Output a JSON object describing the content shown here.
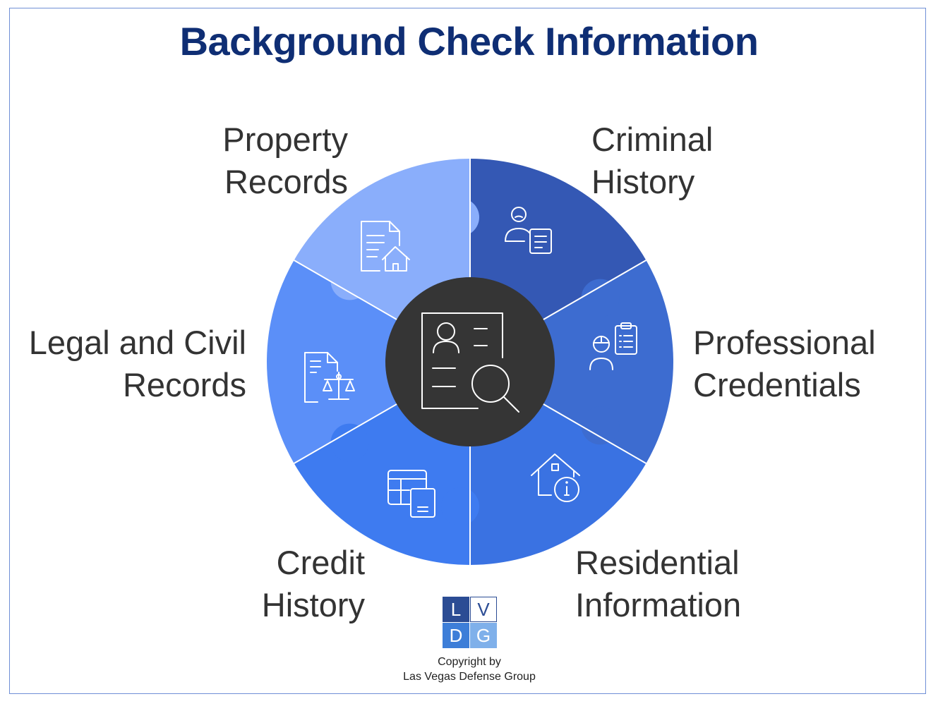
{
  "title": "Background Check Information",
  "segments": [
    {
      "line1": "Criminal",
      "line2": "History",
      "icon": "person-document-icon",
      "color": "#3458b4"
    },
    {
      "line1": "Professional",
      "line2": "Credentials",
      "icon": "worker-clipboard-icon",
      "color": "#3d6cd0"
    },
    {
      "line1": "Residential",
      "line2": "Information",
      "icon": "house-info-icon",
      "color": "#3a72e2"
    },
    {
      "line1": "Credit",
      "line2": "History",
      "icon": "table-document-icon",
      "color": "#3e7bf0"
    },
    {
      "line1": "Legal and Civil",
      "line2": "Records",
      "icon": "document-scales-icon",
      "color": "#5b8ff8"
    },
    {
      "line1": "Property",
      "line2": "Records",
      "icon": "document-house-icon",
      "color": "#8aaefb"
    }
  ],
  "center": {
    "icon": "profile-magnifier-icon",
    "color": "#353535"
  },
  "logo": {
    "l": "L",
    "v": "V",
    "d": "D",
    "g": "G"
  },
  "copyright": {
    "line1": "Copyright by",
    "line2": "Las Vegas Defense Group"
  }
}
